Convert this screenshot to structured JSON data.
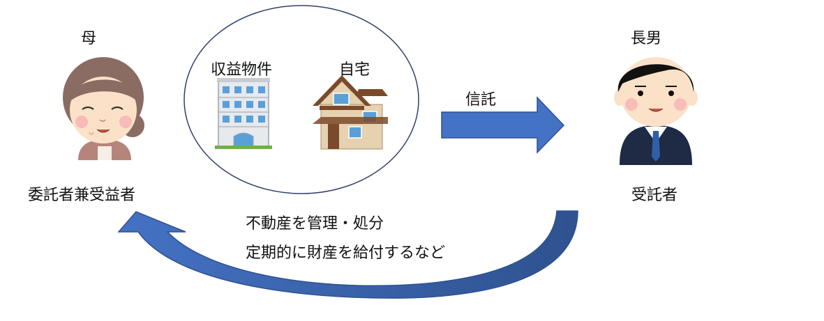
{
  "mother": {
    "name": "母",
    "role": "委託者兼受益者"
  },
  "son": {
    "name": "長男",
    "role": "受託者"
  },
  "property": {
    "rental_label": "収益物件",
    "home_label": "自宅"
  },
  "trust_arrow": {
    "label": "信託"
  },
  "return_arrow": {
    "line1": "不動産を管理・処分",
    "line2": "定期的に財産を給付するなど"
  },
  "colors": {
    "arrow_fill": "#4472c4",
    "arrow_dark": "#2f528f",
    "suit": "#1f2a44",
    "tie": "#2e5fa8",
    "skin": "#fbe1c8",
    "grandma_hair": "#8a6c63",
    "grandma_shirt": "#b5857b",
    "building": "#e6e9ee",
    "window": "#5aa0d8",
    "house_wall": "#e6d2b0",
    "house_roof": "#7a4a2a"
  }
}
